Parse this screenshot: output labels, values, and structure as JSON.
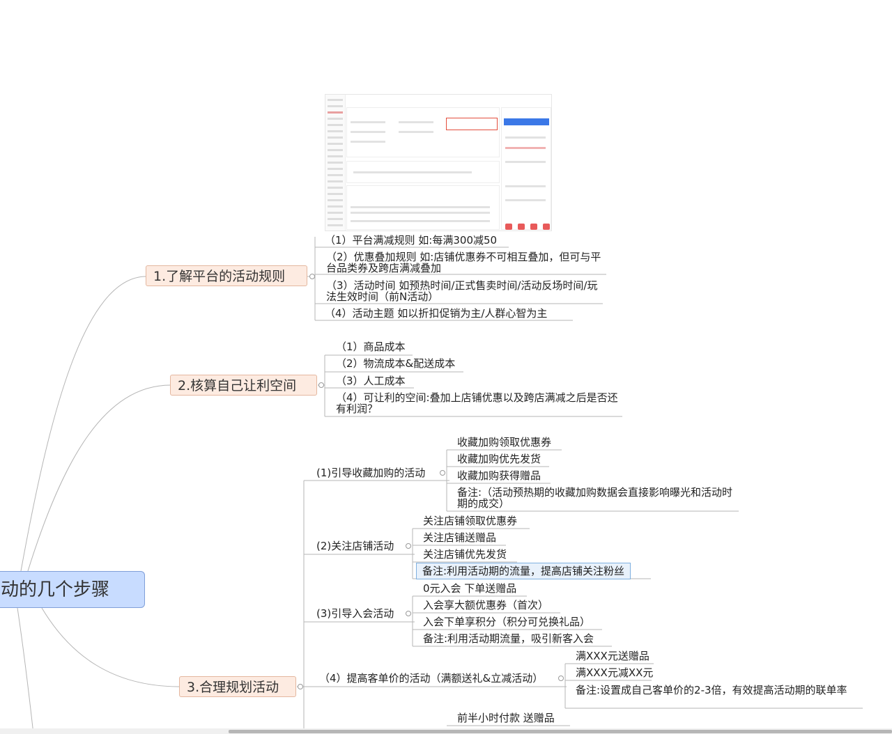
{
  "root": {
    "label": "动的几个步骤"
  },
  "branches": [
    {
      "label": "1.了解平台的活动规则",
      "items": [
        "（1）平台满减规则 如:每满300减50",
        "（2）优惠叠加规则 如:店铺优惠券不可相互叠加，但可与平台品类券及跨店满减叠加",
        "（3）活动时间 如预热时间/正式售卖时间/活动反场时间/玩法生效时间（前N活动）",
        "（4）活动主题 如以折扣促销为主/人群心智为主"
      ]
    },
    {
      "label": "2.核算自己让利空间",
      "items": [
        "（1）商品成本",
        "（2）物流成本&配送成本",
        "（3）人工成本",
        "（4）可让利的空间:叠加上店铺优惠以及跨店满减之后是否还有利润？"
      ]
    },
    {
      "label": "3.合理规划活动",
      "subs": [
        {
          "label": "(1)引导收藏加购的活动",
          "items": [
            "收藏加购领取优惠券",
            "收藏加购优先发货",
            "收藏加购获得赠品",
            "备注:（活动预热期的收藏加购数据会直接影响曝光和活动时期的成交）"
          ]
        },
        {
          "label": "(2)关注店铺活动",
          "items": [
            "关注店铺领取优惠券",
            "关注店铺送赠品",
            "关注店铺优先发货",
            "备注:利用活动期的流量，提高店铺关注粉丝"
          ]
        },
        {
          "label": "(3)引导入会活动",
          "items": [
            "0元入会 下单送赠品",
            "入会享大额优惠券（首次）",
            "入会下单享积分（积分可兑换礼品）",
            "备注:利用活动期流量，吸引新客入会"
          ]
        },
        {
          "label": "（4）提高客单价的活动（满额送礼&立减活动）",
          "items": [
            "满XXX元送赠品",
            "满XXX元减XX元",
            "备注:设置成自己客单价的2-3倍，有效提高活动期的联单率"
          ]
        },
        {
          "label": "",
          "items": [
            "前半小时付款 送赠品"
          ]
        }
      ]
    }
  ],
  "colors": {
    "root_fill": "#c8dcff",
    "main_fill": "#fdebe1",
    "selected_fill": "#e8f1fb",
    "line": "#b0b0b0"
  }
}
